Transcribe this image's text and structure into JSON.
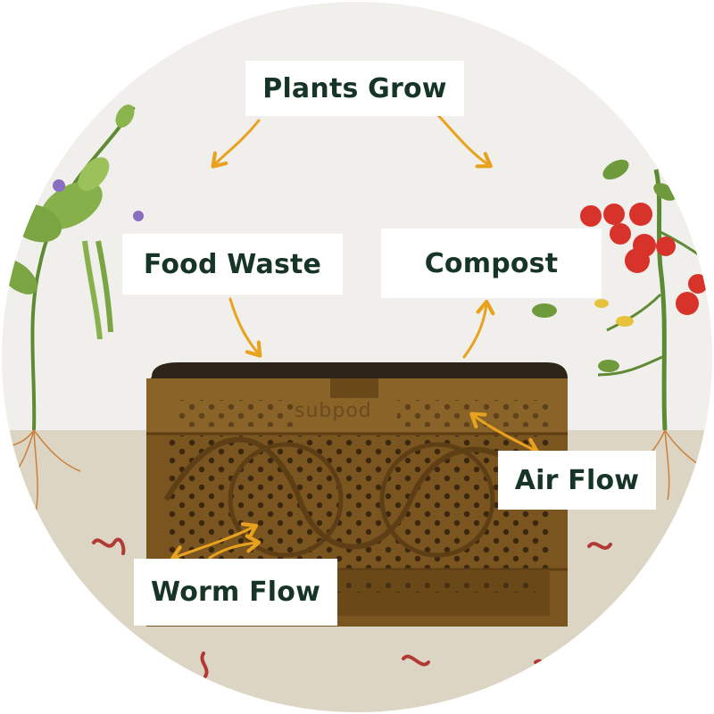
{
  "labels": {
    "plants_grow": "Plants Grow",
    "food_waste": "Food Waste",
    "compost": "Compost",
    "air_flow": "Air Flow",
    "worm_flow": "Worm Flow"
  },
  "bin": {
    "brand": "subpod"
  },
  "colors": {
    "background": "#f1efeb",
    "soil": "#ddd5c4",
    "label_text": "#163526",
    "arrow": "#e8a21d",
    "bin_body": "#7a5520",
    "bin_lid": "#2e2418",
    "worm": "#b23a34",
    "tomato": "#d8332a",
    "leaf": "#6f9a3c"
  }
}
